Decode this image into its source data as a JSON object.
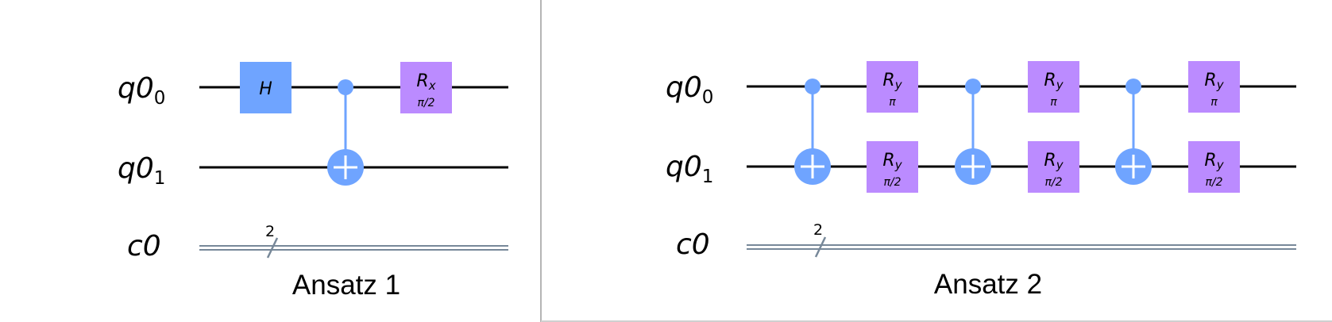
{
  "colors": {
    "hadamard": "#6fa4ff",
    "rotation": "#bb8bff",
    "control": "#6fa4ff",
    "wire": "#000000",
    "classical_bus": "#778899",
    "divider": "#b5b5b5"
  },
  "icons": [
    "control-dot-icon",
    "target-plus-icon",
    "bus-slash-icon"
  ],
  "panels": [
    {
      "caption": "Ansatz 1",
      "qubits": [
        {
          "base": "q0",
          "sub": "0"
        },
        {
          "base": "q0",
          "sub": "1"
        }
      ],
      "classical": {
        "label": "c0",
        "width": "2"
      },
      "gates": [
        {
          "type": "H",
          "label": "H"
        },
        {
          "type": "CX",
          "control": "q0_0",
          "target": "q0_1"
        },
        {
          "type": "RX",
          "base": "R",
          "sub": "x",
          "param": "π/2",
          "qubit": "q0_0"
        }
      ]
    },
    {
      "caption": "Ansatz 2",
      "qubits": [
        {
          "base": "q0",
          "sub": "0"
        },
        {
          "base": "q0",
          "sub": "1"
        }
      ],
      "classical": {
        "label": "c0",
        "width": "2"
      },
      "layers": [
        {
          "cx": {
            "control": "q0_0",
            "target": "q0_1"
          },
          "top": {
            "base": "R",
            "sub": "y",
            "param": "π"
          },
          "bottom": {
            "base": "R",
            "sub": "y",
            "param": "π/2"
          }
        },
        {
          "cx": {
            "control": "q0_0",
            "target": "q0_1"
          },
          "top": {
            "base": "R",
            "sub": "y",
            "param": "π"
          },
          "bottom": {
            "base": "R",
            "sub": "y",
            "param": "π/2"
          }
        },
        {
          "cx": {
            "control": "q0_0",
            "target": "q0_1"
          },
          "top": {
            "base": "R",
            "sub": "y",
            "param": "π"
          },
          "bottom": {
            "base": "R",
            "sub": "y",
            "param": "π/2"
          }
        }
      ]
    }
  ]
}
